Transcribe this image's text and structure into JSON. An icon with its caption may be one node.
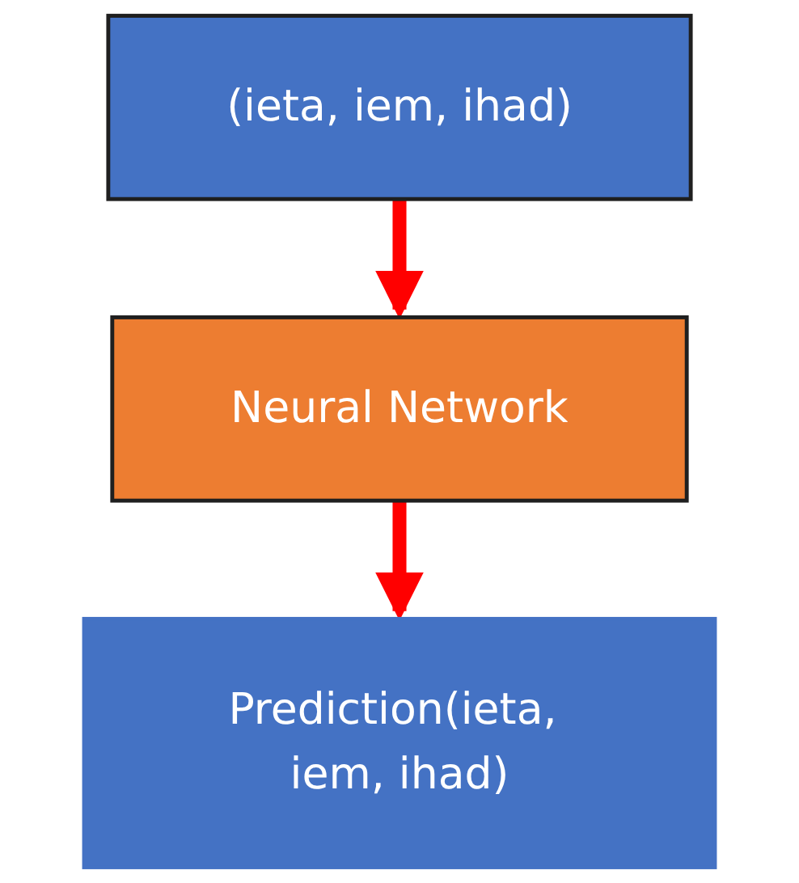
{
  "diagram": {
    "nodes": [
      {
        "text": [
          "(ieta, iem, ihad)"
        ]
      },
      {
        "text": [
          "Neural Network"
        ]
      },
      {
        "text": [
          "Prediction(ieta, iem, ihad)"
        ]
      }
    ],
    "edges": [
      {
        "from": 0,
        "to": 1,
        "arrow": "to",
        "color": "#ff0000"
      },
      {
        "from": 1,
        "to": 2,
        "arrow": "to",
        "color": "#ff0000"
      }
    ]
  }
}
